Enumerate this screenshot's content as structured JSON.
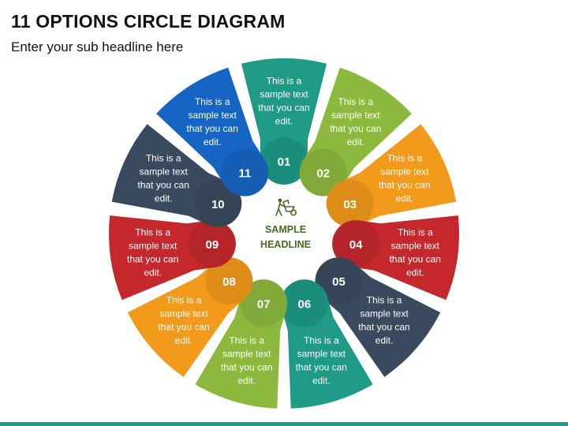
{
  "slide": {
    "title": "11 OPTIONS CIRCLE DIAGRAM",
    "subtitle": "Enter your sub headline here"
  },
  "center": {
    "icon": "person-with-wheelbarrow-icon",
    "line1": "SAMPLE",
    "line2": "HEADLINE",
    "color": "#4a6b1f"
  },
  "segments": [
    {
      "number": "01",
      "color": "#1e9a86",
      "text": [
        "This is a",
        "sample text",
        "that you can",
        "edit."
      ]
    },
    {
      "number": "02",
      "color": "#8cb83e",
      "text": [
        "This is a",
        "sample text",
        "that you can",
        "edit."
      ]
    },
    {
      "number": "03",
      "color": "#f29a1c",
      "text": [
        "This is a",
        "sample text",
        "that you can",
        "edit."
      ]
    },
    {
      "number": "04",
      "color": "#c4282c",
      "text": [
        "This is a",
        "sample text",
        "that you can",
        "edit."
      ]
    },
    {
      "number": "05",
      "color": "#3a4a5e",
      "text": [
        "This is a",
        "sample text",
        "that you can",
        "edit."
      ]
    },
    {
      "number": "06",
      "color": "#1e9a86",
      "text": [
        "This is a",
        "sample text",
        "that you can",
        "edit."
      ]
    },
    {
      "number": "07",
      "color": "#8cb83e",
      "text": [
        "This is a",
        "sample text",
        "that you can",
        "edit."
      ]
    },
    {
      "number": "08",
      "color": "#f29a1c",
      "text": [
        "This is a",
        "sample text",
        "that you can",
        "edit."
      ]
    },
    {
      "number": "09",
      "color": "#c4282c",
      "text": [
        "This is a",
        "sample text",
        "that you can",
        "edit."
      ]
    },
    {
      "number": "10",
      "color": "#3a4a5e",
      "text": [
        "This is a",
        "sample text",
        "that you can",
        "edit."
      ]
    },
    {
      "number": "11",
      "color": "#1664c4",
      "text": [
        "This is a",
        "sample text",
        "that you can",
        "edit."
      ]
    }
  ]
}
